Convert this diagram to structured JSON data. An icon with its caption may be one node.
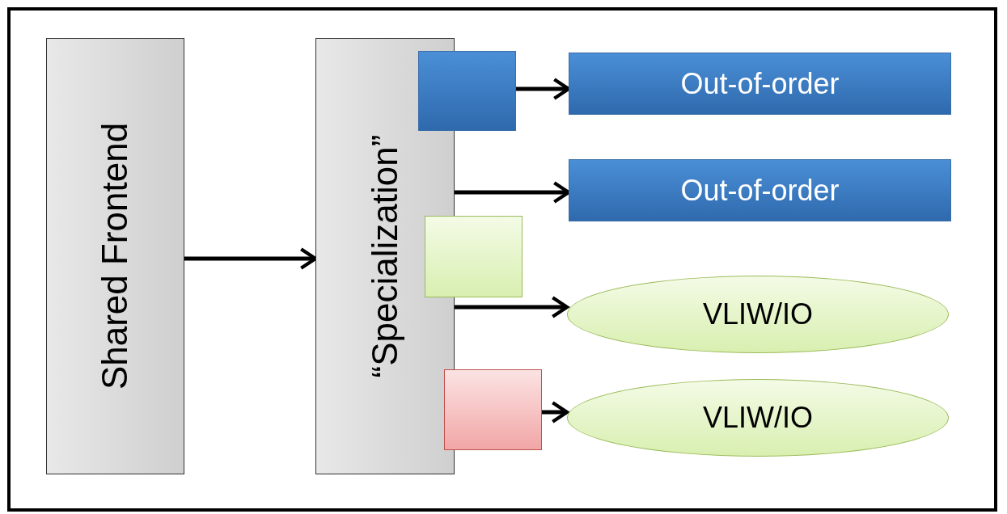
{
  "diagram": {
    "nodes": [
      {
        "text": [
          "Shared Frontend"
        ]
      },
      {
        "text": [
          "“Specialization”"
        ]
      },
      {
        "text": [],
        "shape": "box"
      },
      {
        "text": [
          "Out-of-order"
        ]
      },
      {
        "text": [
          "Out-of-order"
        ]
      },
      {
        "text": [],
        "shape": "box"
      },
      {
        "text": [
          "VLIW/IO"
        ]
      },
      {
        "text": [],
        "shape": "box"
      },
      {
        "text": [
          "VLIW/IO"
        ]
      }
    ],
    "edges": [
      {
        "from": 0,
        "to": 1,
        "arrow": "to"
      },
      {
        "from": 2,
        "to": 3,
        "arrow": "to"
      },
      {
        "from": 1,
        "to": 4,
        "arrow": "to"
      },
      {
        "from": 1,
        "to": 6,
        "arrow": "to"
      },
      {
        "from": 7,
        "to": 8,
        "arrow": "to"
      }
    ]
  }
}
